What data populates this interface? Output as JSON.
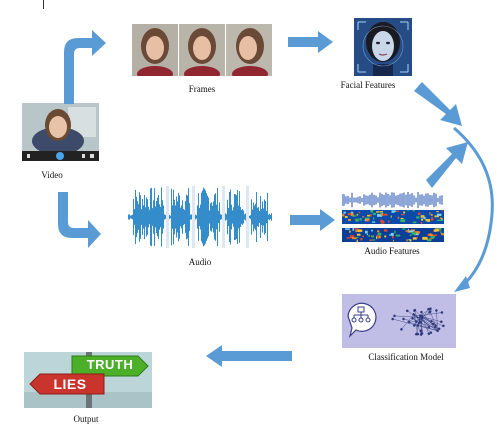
{
  "labels": {
    "video": "Video",
    "frames": "Frames",
    "facial_features": "Facial Features",
    "audio": "Audio",
    "audio_features": "Audio Features",
    "classification_model": "Classification Model",
    "output": "Output"
  },
  "output_signs": {
    "truth": "TRUTH",
    "lies": "LIES"
  },
  "colors": {
    "arrow": "#5b9bd5",
    "arrow_dark": "#2e75b6",
    "truth_sign": "#4caf2a",
    "lies_sign": "#c9342c",
    "model_bg": "#c9c6ea"
  }
}
